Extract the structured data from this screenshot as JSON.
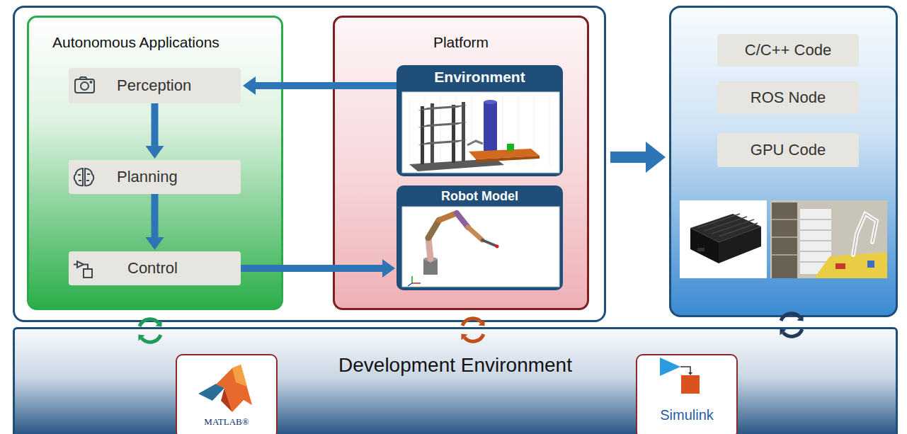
{
  "diagram": {
    "nodes": [
      {
        "text": []
      },
      {
        "text": [
          "Autonomous Applications"
        ],
        "in": 0
      },
      {
        "text": [
          "Perception"
        ],
        "in": 1
      },
      {
        "text": [
          "Planning"
        ],
        "in": 1
      },
      {
        "text": [
          "Control"
        ],
        "in": 1
      },
      {
        "text": [
          "Platform"
        ],
        "in": 0
      },
      {
        "text": [
          "Environment"
        ],
        "in": 5
      },
      {
        "text": [
          "Robot Model"
        ],
        "in": 5
      },
      {
        "text": []
      },
      {
        "text": [
          "C/C++ Code"
        ],
        "in": 8
      },
      {
        "text": [
          "ROS Node"
        ],
        "in": 8
      },
      {
        "text": [
          "GPU Code"
        ],
        "in": 8
      },
      {
        "text": [
          "Development Environment"
        ]
      },
      {
        "text": [
          "MATLAB®"
        ],
        "in": 12
      },
      {
        "text": [
          "Simulink"
        ],
        "in": 12
      }
    ],
    "edges": [
      {
        "from": 6,
        "to": 2,
        "arrow": "to"
      },
      {
        "from": 2,
        "to": 3,
        "arrow": "to"
      },
      {
        "from": 3,
        "to": 4,
        "arrow": "to"
      },
      {
        "from": 4,
        "to": 7,
        "arrow": "to"
      },
      {
        "from": 0,
        "to": 8,
        "arrow": "to"
      }
    ]
  }
}
